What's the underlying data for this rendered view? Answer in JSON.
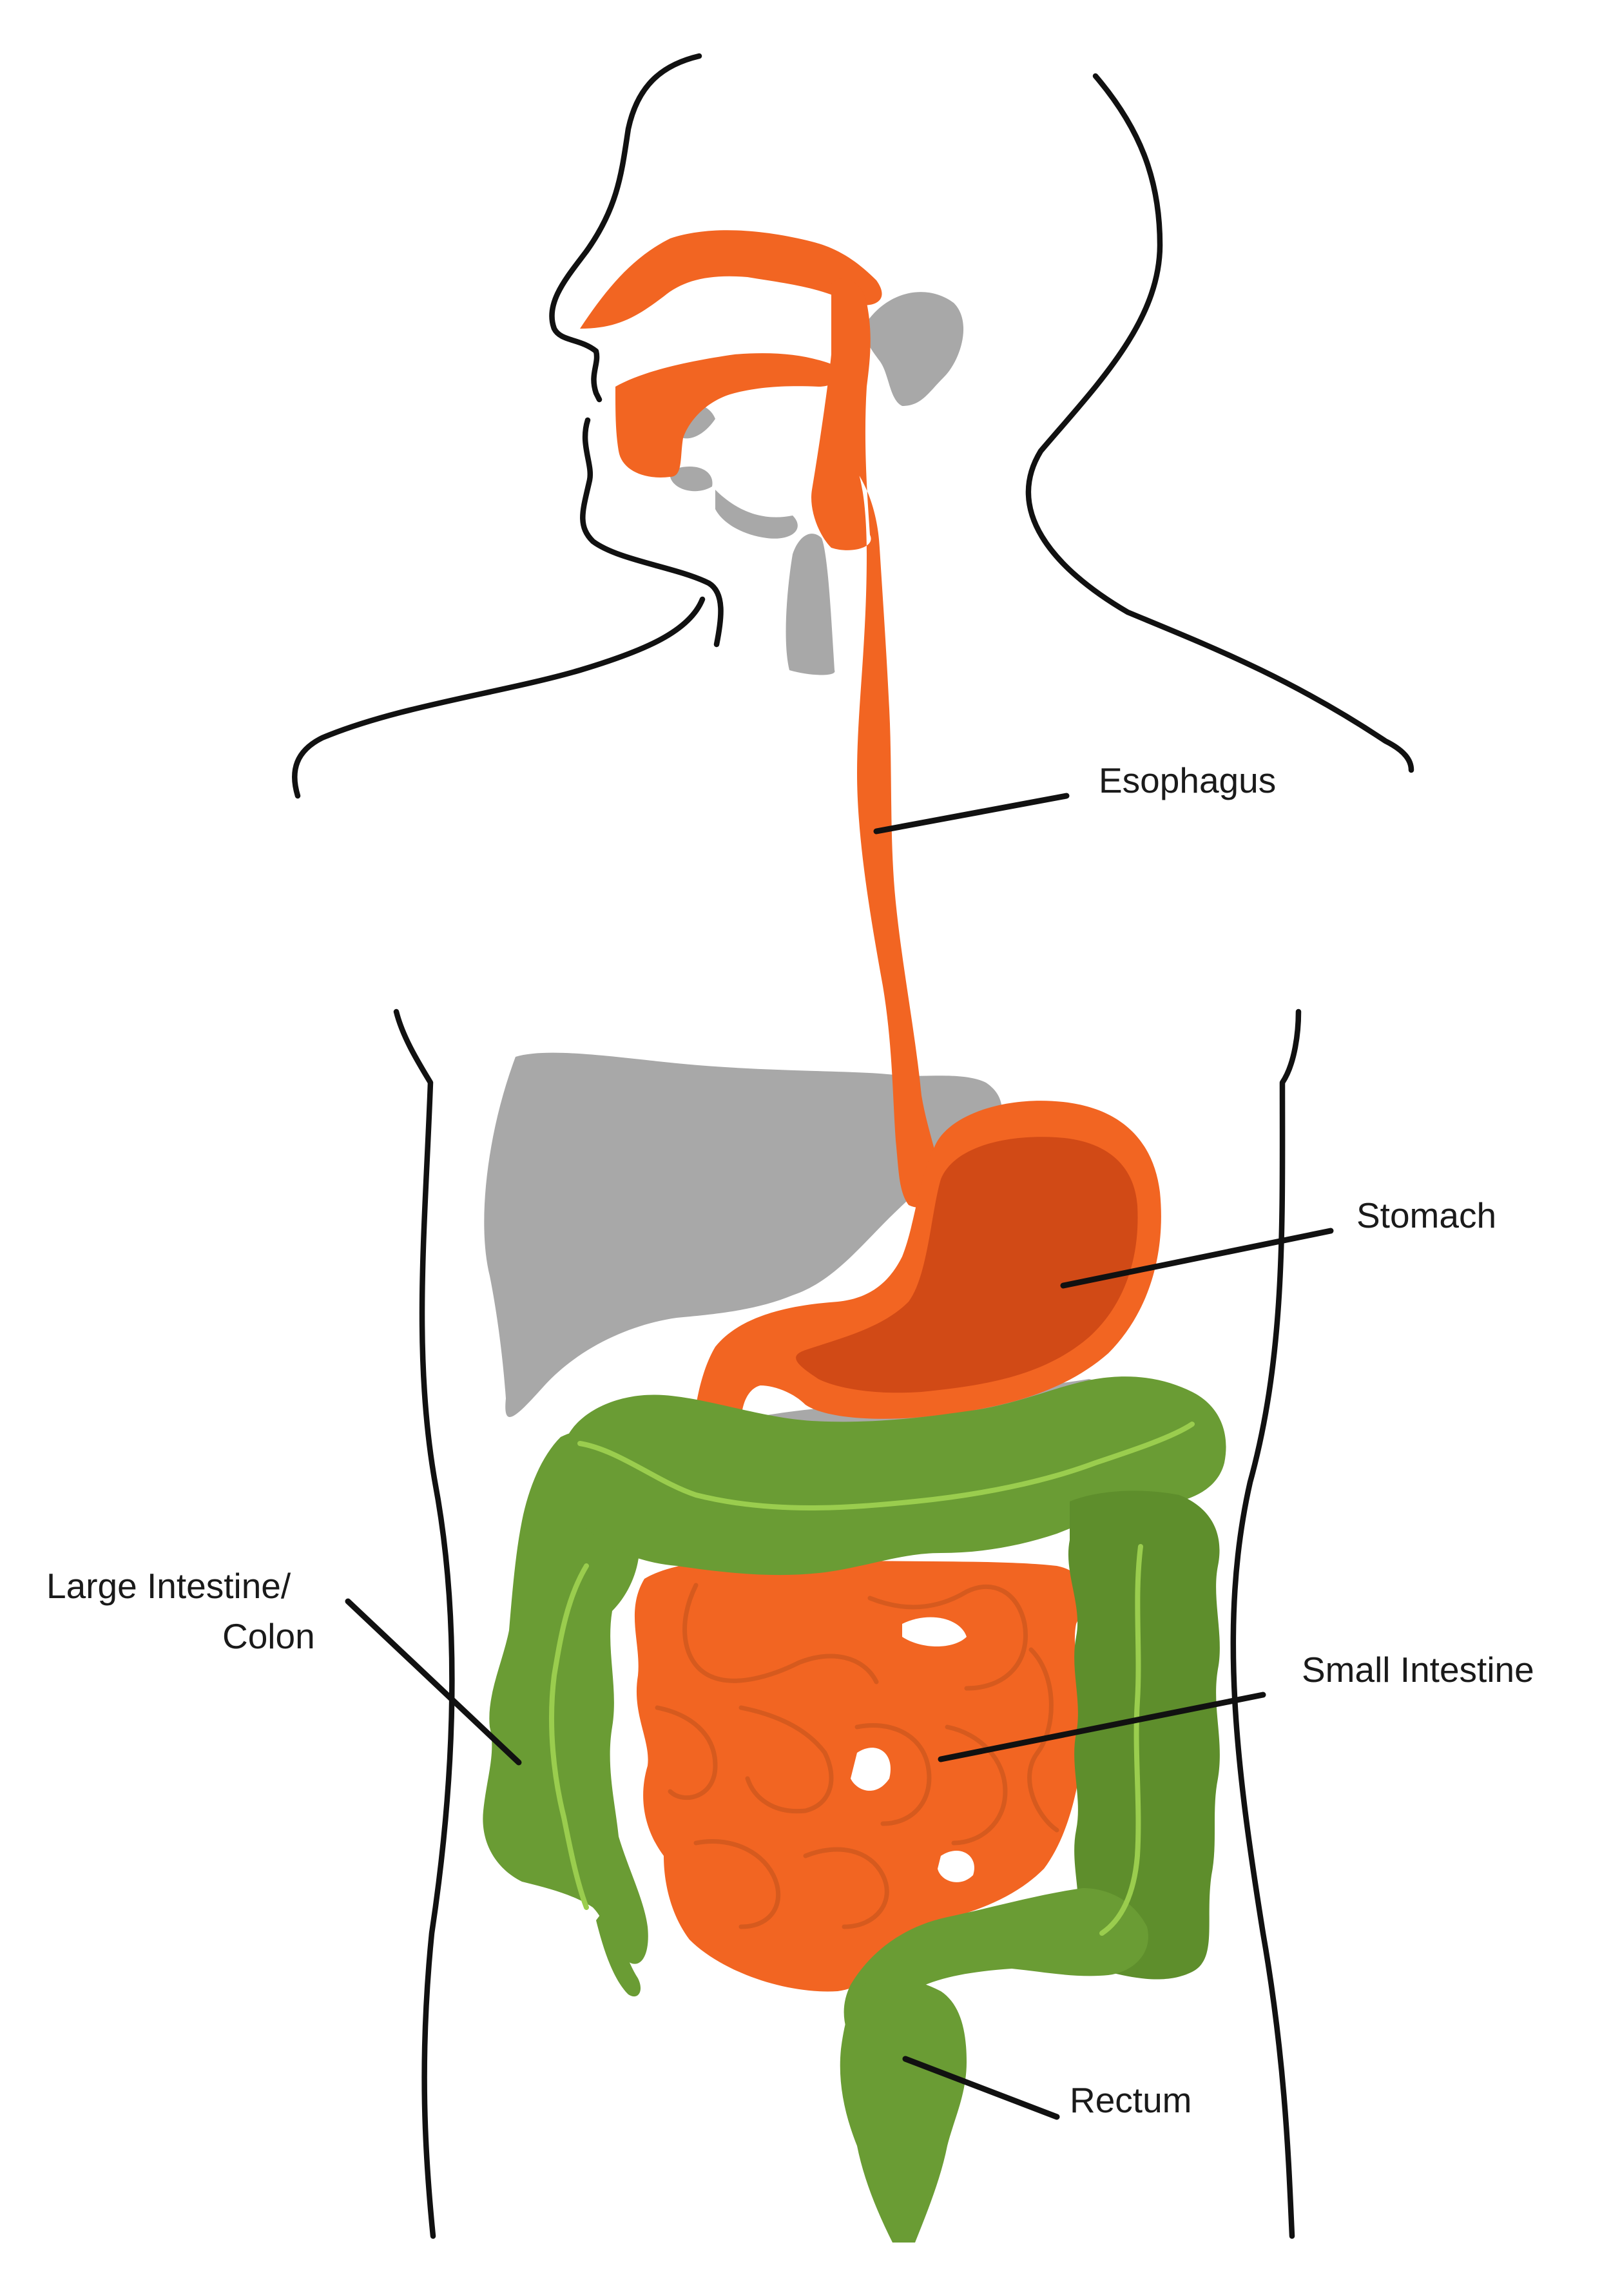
{
  "labels": {
    "esophagus": "Esophagus",
    "stomach": "Stomach",
    "large_intestine_line1": "Large Intestine/",
    "large_intestine_line2": "Colon",
    "small_intestine": "Small Intestine",
    "rectum": "Rectum"
  },
  "colors": {
    "digestive_tract": "#F26522",
    "stomach_inner": "#D14A16",
    "small_intestine_seam": "#D65A1E",
    "large_intestine": "#6A9C34",
    "large_intestine_dark": "#5E8E2C",
    "large_intestine_highlight": "#9ACD4E",
    "other_organs": "#A8A8A8",
    "body_outline": "#111111"
  }
}
